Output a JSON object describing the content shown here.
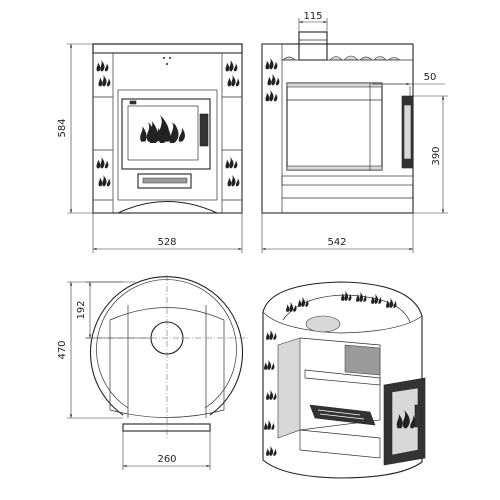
{
  "dimensions": {
    "height_front": "584",
    "width_front": "528",
    "flue_width": "115",
    "flue_offset": "50",
    "door_height": "390",
    "depth_side": "542",
    "plan_depth": "470",
    "plan_offset": "192",
    "plan_base_width": "260"
  },
  "colors": {
    "line": "#222222",
    "fill_dark": "#333333",
    "fill_light": "#d8d8d8"
  }
}
